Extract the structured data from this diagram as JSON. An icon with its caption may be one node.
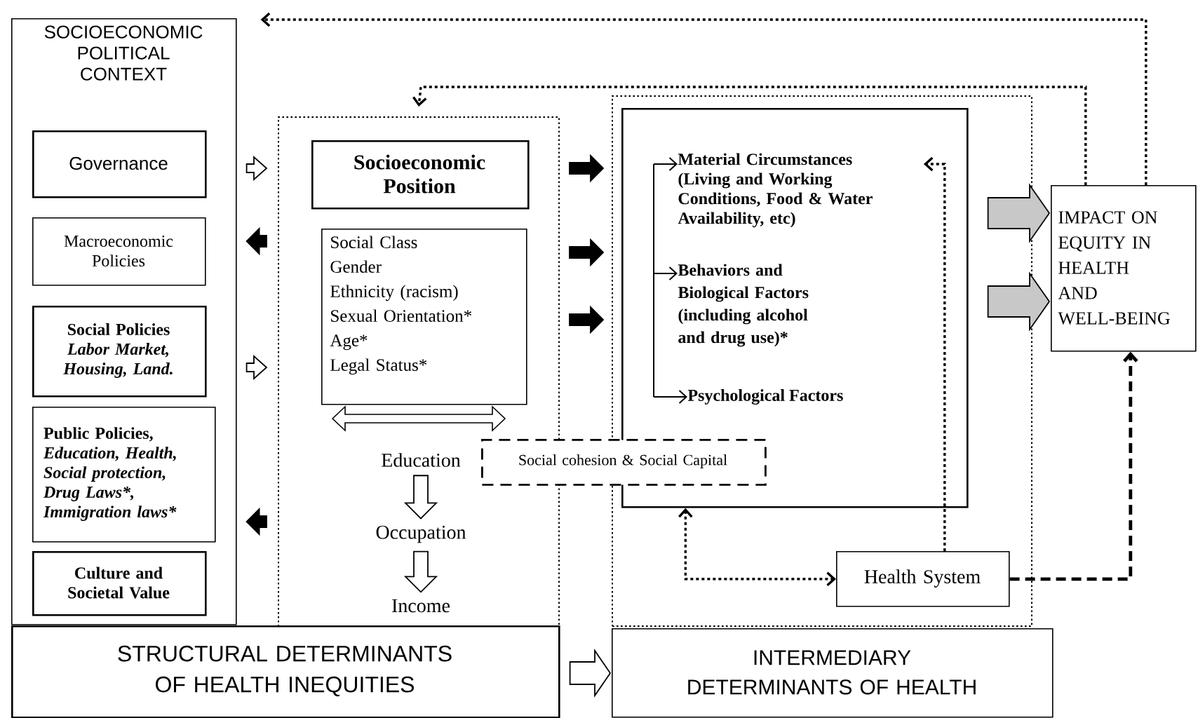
{
  "diagram": {
    "nodes": [
      {
        "text": [
          "SOCIOECONOMIC POLITICAL CONTEXT"
        ]
      },
      {
        "text": [
          "Governance"
        ],
        "in": 0
      },
      {
        "text": [
          "Macroeconomic Policies"
        ],
        "in": 0
      },
      {
        "text": [
          "Social Policies",
          "Labor Market, Housing, Land."
        ],
        "in": 0
      },
      {
        "text": [
          "Public Policies,",
          "Education, Health, Social protection, Drug Laws*,",
          "Immigration laws*"
        ],
        "in": 0
      },
      {
        "text": [
          "Culture and Societal Value"
        ],
        "in": 0
      },
      {
        "text": [
          "STRUCTURAL DETERMINANTS OF HEALTH INEQUITIES"
        ]
      },
      {
        "text": [],
        "shape": "box"
      },
      {
        "text": [
          "Socioeconomic Position"
        ],
        "in": 7
      },
      {
        "text": [
          "Social Class",
          "Gender",
          "Ethnicity (racism)",
          "Sexual Orientation*",
          "Age*",
          "Legal Status*"
        ],
        "in": 7
      },
      {
        "text": [
          "Education"
        ],
        "in": 7
      },
      {
        "text": [
          "Occupation"
        ],
        "in": 7
      },
      {
        "text": [
          "Income"
        ],
        "in": 7
      },
      {
        "text": [],
        "shape": "box"
      },
      {
        "text": [],
        "shape": "box",
        "in": 13
      },
      {
        "text": [
          "Material Circumstances (Living and Working Conditions, Food & Water Availability, etc)"
        ],
        "in": 14
      },
      {
        "text": [
          "Behaviors and Biological Factors (including alcohol and drug use)*"
        ],
        "in": 14
      },
      {
        "text": [
          "Psychological Factors"
        ],
        "in": 14
      },
      {
        "text": [
          "Social cohesion & Social Capital"
        ]
      },
      {
        "text": [
          "Health System"
        ],
        "in": 13
      },
      {
        "text": [
          "IMPACT ON EQUITY IN HEALTH AND WELL-BEING"
        ]
      },
      {
        "text": [
          "INTERMEDIARY DETERMINANTS OF HEALTH"
        ]
      }
    ],
    "edges": [
      {
        "from": 0,
        "to": 7,
        "arrow": "to",
        "style": "thick",
        "color": "#ffffff"
      },
      {
        "from": 7,
        "to": 0,
        "arrow": "to",
        "style": "thick"
      },
      {
        "from": 0,
        "to": 7,
        "arrow": "to",
        "style": "thick",
        "color": "#ffffff"
      },
      {
        "from": 7,
        "to": 0,
        "arrow": "to",
        "style": "thick"
      },
      {
        "from": 7,
        "to": 13,
        "arrow": "to",
        "style": "thick"
      },
      {
        "from": 7,
        "to": 13,
        "arrow": "to",
        "style": "thick"
      },
      {
        "from": 7,
        "to": 13,
        "arrow": "to",
        "style": "thick"
      },
      {
        "from": 14,
        "to": 20,
        "arrow": "to",
        "style": "thick",
        "color": "#c8c8c8"
      },
      {
        "from": 14,
        "to": 20,
        "arrow": "to",
        "style": "thick",
        "color": "#c8c8c8"
      },
      {
        "from": 10,
        "to": 11,
        "arrow": "to",
        "style": "thick",
        "color": "#ffffff"
      },
      {
        "from": 11,
        "to": 12,
        "arrow": "to",
        "style": "thick",
        "color": "#ffffff"
      },
      {
        "from": 6,
        "to": 21,
        "arrow": "to",
        "style": "thick",
        "color": "#ffffff"
      },
      {
        "from": 20,
        "to": 0,
        "arrow": "to",
        "style": "dashed"
      },
      {
        "from": 20,
        "to": 7,
        "arrow": "to",
        "style": "dashed"
      },
      {
        "from": 19,
        "to": 15,
        "arrow": "to",
        "style": "dashed"
      },
      {
        "from": 14,
        "to": 19,
        "arrow": "both",
        "style": "dashed"
      },
      {
        "from": 19,
        "to": 20,
        "arrow": "to",
        "style": "dashed"
      },
      {
        "from": null,
        "to": 15,
        "arrow": "to"
      },
      {
        "from": null,
        "to": 16,
        "arrow": "to"
      },
      {
        "from": null,
        "to": 17,
        "arrow": "to"
      }
    ]
  }
}
